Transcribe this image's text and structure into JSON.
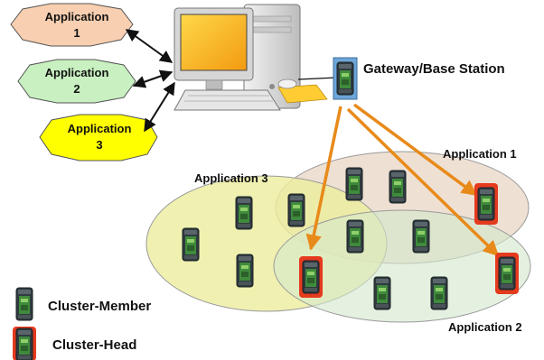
{
  "applications": [
    {
      "line1": "Application",
      "line2": "1",
      "color": "#f8cfb0"
    },
    {
      "line1": "Application",
      "line2": "2",
      "color": "#c8f0c0"
    },
    {
      "line1": "Application",
      "line2": "3",
      "color": "#ffff00"
    }
  ],
  "gateway_label": "Gateway/Base Station",
  "clusters": [
    {
      "label": "Application 1",
      "color": "#e8d6c4"
    },
    {
      "label": "Application 2",
      "color": "#d3e8cc"
    },
    {
      "label": "Application 3",
      "color": "#eced9e"
    }
  ],
  "legend": {
    "member": "Cluster-Member",
    "head": "Cluster-Head"
  },
  "colors": {
    "arrow": "#e88a1a",
    "head_border": "#e53a1e",
    "node_body": "#2f3a3f",
    "node_screen": "#3f8a3c"
  }
}
